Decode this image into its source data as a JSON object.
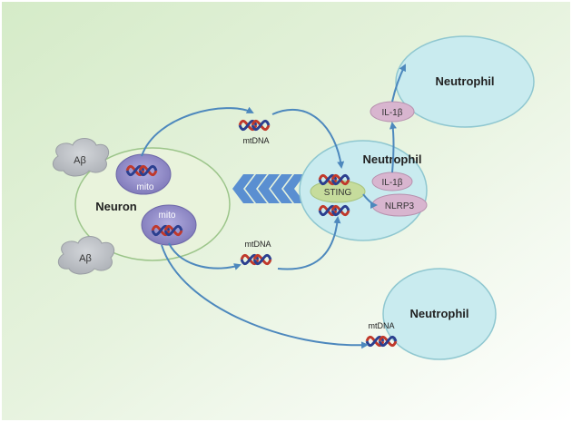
{
  "labels": {
    "neuron": "Neuron",
    "mito_top": "mito",
    "mito_bottom": "mito",
    "abeta_top": "Aβ",
    "abeta_bottom": "Aβ",
    "mtdna_top": "mtDNA",
    "mtdna_middle": "mtDNA",
    "mtdna_bottom": "mtDNA",
    "neutrophil_center": "Neutrophil",
    "neutrophil_top": "Neutrophil",
    "neutrophil_bottom": "Neutrophil",
    "sting": "STING",
    "il1b_inner": "IL-1β",
    "il1b_outer": "IL-1β",
    "nlrp3": "NLRP3"
  },
  "colors": {
    "background_start": "#cfe7c4",
    "background_end": "#ffffff",
    "neuron_fill": "#e9f3dc",
    "neuron_stroke": "#9cc58a",
    "mito_fill": "#8c86c4",
    "neutrophil_fill": "#c9ebef",
    "neutrophil_stroke": "#8fc7d0",
    "sting_fill": "#c6dc9c",
    "protein_fill": "#d8b5cf",
    "arrow": "#4d88bd",
    "chevron": "#5a8fd1",
    "dna_red": "#c0392b",
    "dna_blue": "#2b3f8f",
    "cloud_fill": "#bfc3c8"
  }
}
